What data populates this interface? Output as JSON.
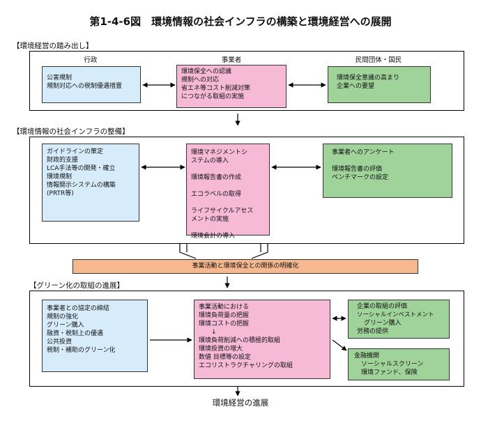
{
  "title": "第1-4-6図　環境情報の社会インフラの構築と環境経営への展開",
  "section1": {
    "heading": "【環境経営の踏み出し】",
    "col_gov": "行政",
    "col_biz": "事業者",
    "col_public": "民間団体・国民",
    "gov_lines": [
      "公害規制",
      "規制対応への税制優遇措置"
    ],
    "biz_lines": [
      "環境保全への認識",
      "規制への対応",
      "省エネ等コスト削減対策",
      "につながる取組の実施"
    ],
    "public_lines": [
      "環境保全意識の高まり",
      "企業への要望"
    ]
  },
  "section2": {
    "heading": "【環境情報の社会インフラの整備】",
    "gov_lines": [
      "ガイドラインの策定",
      "財政的支援",
      "LCA手法等の開発・確立",
      "環境規制",
      "情報開示システムの構築",
      "(PRTR等)"
    ],
    "biz_lines": [
      "環境マネジメントシ",
      "ステムの導入",
      "",
      "環境報告書の作成",
      "",
      "エコラベルの取得",
      "",
      "ライフサイクルアセス",
      "メントの実施",
      "",
      "環境会計の導入"
    ],
    "public_lines": [
      "事業者へのアンケート",
      "",
      "環境報告書の評価",
      "ベンチマークの設定"
    ]
  },
  "clarify_label": "事業活動と環境保全との関係の明確化",
  "section3": {
    "heading": "【グリーン化の取組の進展】",
    "gov_lines": [
      "事業者との協定の締結",
      "規制の強化",
      "グリーン購入",
      "融資・税制上の優遇",
      "公共投資",
      "税制・補助のグリーン化"
    ],
    "biz_lines": [
      "事業活動における",
      "環境負荷量の把握",
      "環境コストの把握",
      "↓",
      "環境負荷削減への積極的取組",
      "環境投資の増大",
      "数値 目標等の設定",
      "エコリストラクチャリングの取組"
    ],
    "eval_lines": [
      "企業の取組の評価",
      "ソーシャルインベストメント",
      "グリーン購入",
      "労務の提供"
    ],
    "fin_lines": [
      "金融機関",
      "ソーシャルスクリーン",
      "環境ファンド、保険"
    ]
  },
  "bottom_label": "環境経営の進展",
  "colors": {
    "blue": "#d7ecfb",
    "pink": "#f6b9d6",
    "green": "#9fd39a",
    "orange": "#f6b88e"
  }
}
